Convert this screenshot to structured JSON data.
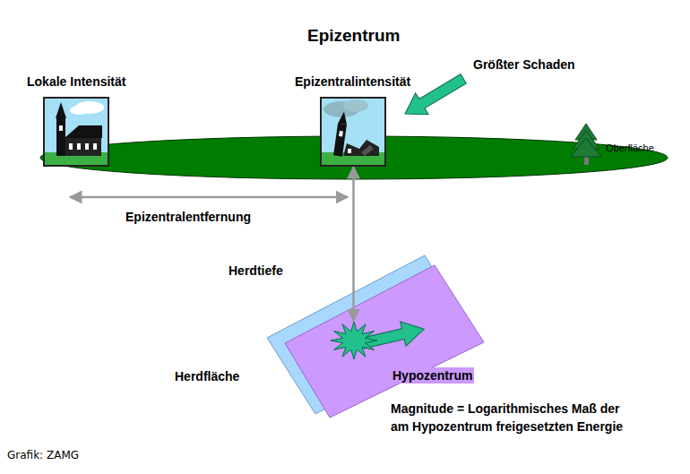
{
  "diagram": {
    "title": "Epizentrum",
    "nodes": [
      {
        "text": [
          "Lokale Intensität"
        ]
      },
      {
        "text": [
          "Epizentralintensität"
        ]
      },
      {
        "text": [
          "Hypozentrum"
        ]
      }
    ],
    "edges": [
      {
        "from": 1,
        "to": 2,
        "arrow": "both"
      }
    ],
    "labels": [
      "Größter Schaden",
      "Oberfläche",
      "Epizentralentfernung",
      "Herdtiefe",
      "Herdfläche",
      "Magnitude = Logarithmisches Maß der am Hypozentrum freigesetzten Energie",
      "Grafik: ZAMG"
    ]
  }
}
